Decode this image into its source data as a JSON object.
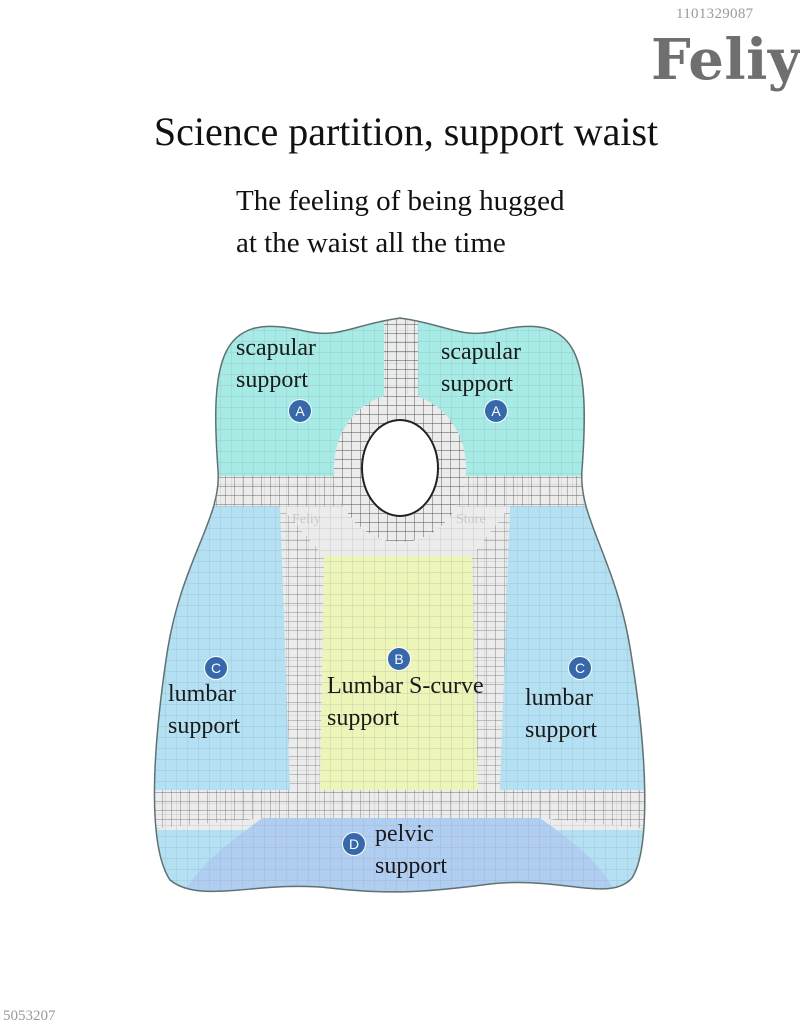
{
  "header": {
    "code": "1101329087",
    "brand": "Feliy",
    "title": "Science partition, support waist",
    "subtitle_line1": "The feeling of being hugged",
    "subtitle_line2": "at the waist all the time"
  },
  "zones": {
    "scapular_left": {
      "badge": "A",
      "line1": "scapular",
      "line2": "support"
    },
    "scapular_right": {
      "badge": "A",
      "line1": "scapular",
      "line2": "support"
    },
    "lumbar_center": {
      "badge": "B",
      "line1": "Lumbar S-curve",
      "line2": "support"
    },
    "lumbar_left": {
      "badge": "C",
      "line1": "lumbar",
      "line2": "support"
    },
    "lumbar_right": {
      "badge": "C",
      "line1": "lumbar",
      "line2": "support"
    },
    "pelvic": {
      "badge": "D",
      "line1": "pelvic",
      "line2": "support"
    }
  },
  "watermark": {
    "left": "Feliy",
    "right": "Store"
  },
  "footer": {
    "code": "5053207"
  },
  "colors": {
    "cyan_zone": "#a6ebe6",
    "blue_zone": "#b3e0f2",
    "center_zone": "#eef5b8",
    "pelvic_zone": "#b0cdf2",
    "mesh_band": "#ececec",
    "badge": "#3668ad"
  }
}
